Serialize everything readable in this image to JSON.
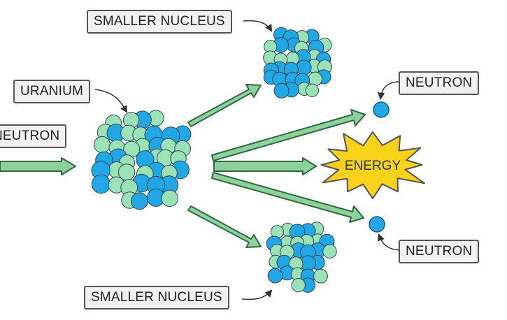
{
  "labels": {
    "neutron_in": "NEUTRON",
    "uranium": "URANIUM",
    "smaller_nucleus_top": "SMALLER NUCLEUS",
    "smaller_nucleus_bottom": "SMALLER NUCLEUS",
    "neutron_top": "NEUTRON",
    "neutron_bottom": "NEUTRON",
    "energy": "ENERGY"
  },
  "colors": {
    "proton": "#22a7e6",
    "neutron": "#9be3b6",
    "arrow_fill": "#8fd19e",
    "arrow_stroke": "#2e6b3e",
    "burst_fill": "#f7d21a",
    "burst_stroke": "#555555",
    "label_bg": "#f1f1f1",
    "label_border": "#555555"
  }
}
